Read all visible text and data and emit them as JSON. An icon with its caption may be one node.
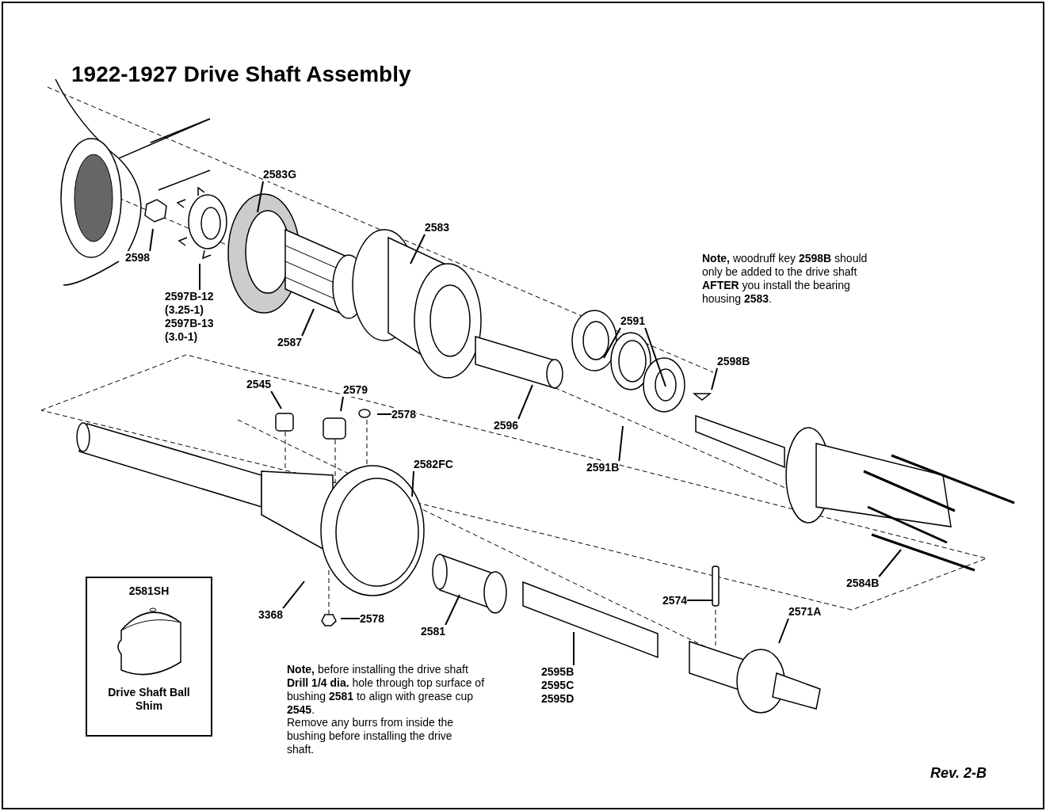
{
  "diagram": {
    "title": "1922-1927 Drive Shaft Assembly",
    "nodes": [
      {
        "text": [
          "2583G"
        ]
      },
      {
        "text": [
          "2598"
        ]
      },
      {
        "text": [
          "2597B-12 (3.25-1)",
          "2597B-13 (3.0-1)"
        ]
      },
      {
        "text": [
          "2583"
        ]
      },
      {
        "text": [
          "2587"
        ]
      },
      {
        "text": [
          "2591"
        ]
      },
      {
        "text": [
          "2596"
        ]
      },
      {
        "text": [
          "2591B"
        ]
      },
      {
        "text": [
          "2598B"
        ]
      },
      {
        "text": [
          "2545"
        ]
      },
      {
        "text": [
          "2579"
        ]
      },
      {
        "text": [
          "2578"
        ]
      },
      {
        "text": [
          "2582FC"
        ]
      },
      {
        "text": [
          "2584B"
        ]
      },
      {
        "text": [
          "3368"
        ]
      },
      {
        "text": [
          "2578"
        ]
      },
      {
        "text": [
          "2581"
        ]
      },
      {
        "text": [
          "2574"
        ]
      },
      {
        "text": [
          "2571A"
        ]
      },
      {
        "text": [
          "2595B",
          "2595C",
          "2595D"
        ]
      },
      {
        "text": [
          "2581SH",
          "Drive Shaft Ball Shim"
        ]
      }
    ],
    "edges": [
      {
        "from": 0,
        "to": null,
        "arrow": "none"
      },
      {
        "from": 1,
        "to": null,
        "arrow": "none"
      },
      {
        "from": 2,
        "to": null,
        "arrow": "none"
      },
      {
        "from": 3,
        "to": null,
        "arrow": "none"
      },
      {
        "from": 4,
        "to": null,
        "arrow": "none"
      },
      {
        "from": 5,
        "to": null,
        "arrow": "none"
      },
      {
        "from": 5,
        "to": null,
        "arrow": "none"
      },
      {
        "from": 6,
        "to": null,
        "arrow": "none"
      },
      {
        "from": 7,
        "to": null,
        "arrow": "none"
      },
      {
        "from": 8,
        "to": null,
        "arrow": "none"
      },
      {
        "from": 9,
        "to": null,
        "arrow": "none"
      },
      {
        "from": 10,
        "to": null,
        "arrow": "none"
      },
      {
        "from": 11,
        "to": null,
        "arrow": "none"
      },
      {
        "from": 12,
        "to": null,
        "arrow": "none"
      },
      {
        "from": 13,
        "to": null,
        "arrow": "none"
      },
      {
        "from": 14,
        "to": null,
        "arrow": "none"
      },
      {
        "from": 15,
        "to": null,
        "arrow": "none"
      },
      {
        "from": 16,
        "to": null,
        "arrow": "none"
      },
      {
        "from": 17,
        "to": null,
        "arrow": "none"
      },
      {
        "from": 18,
        "to": null,
        "arrow": "none"
      },
      {
        "from": 19,
        "to": null,
        "arrow": "none"
      }
    ],
    "labels": [
      "**Note,** woodruff key **2598B** should only be added to the drive shaft **AFTER** you install the bearing housing **2583**.",
      "**Note,** before installing the drive shaft **Drill 1/4 dia.** hole through top surface of bushing **2581** to align with grease cup **2545**.",
      "Remove any burrs from inside the bushing before installing the drive shaft.",
      "Rev. 2-B"
    ]
  }
}
